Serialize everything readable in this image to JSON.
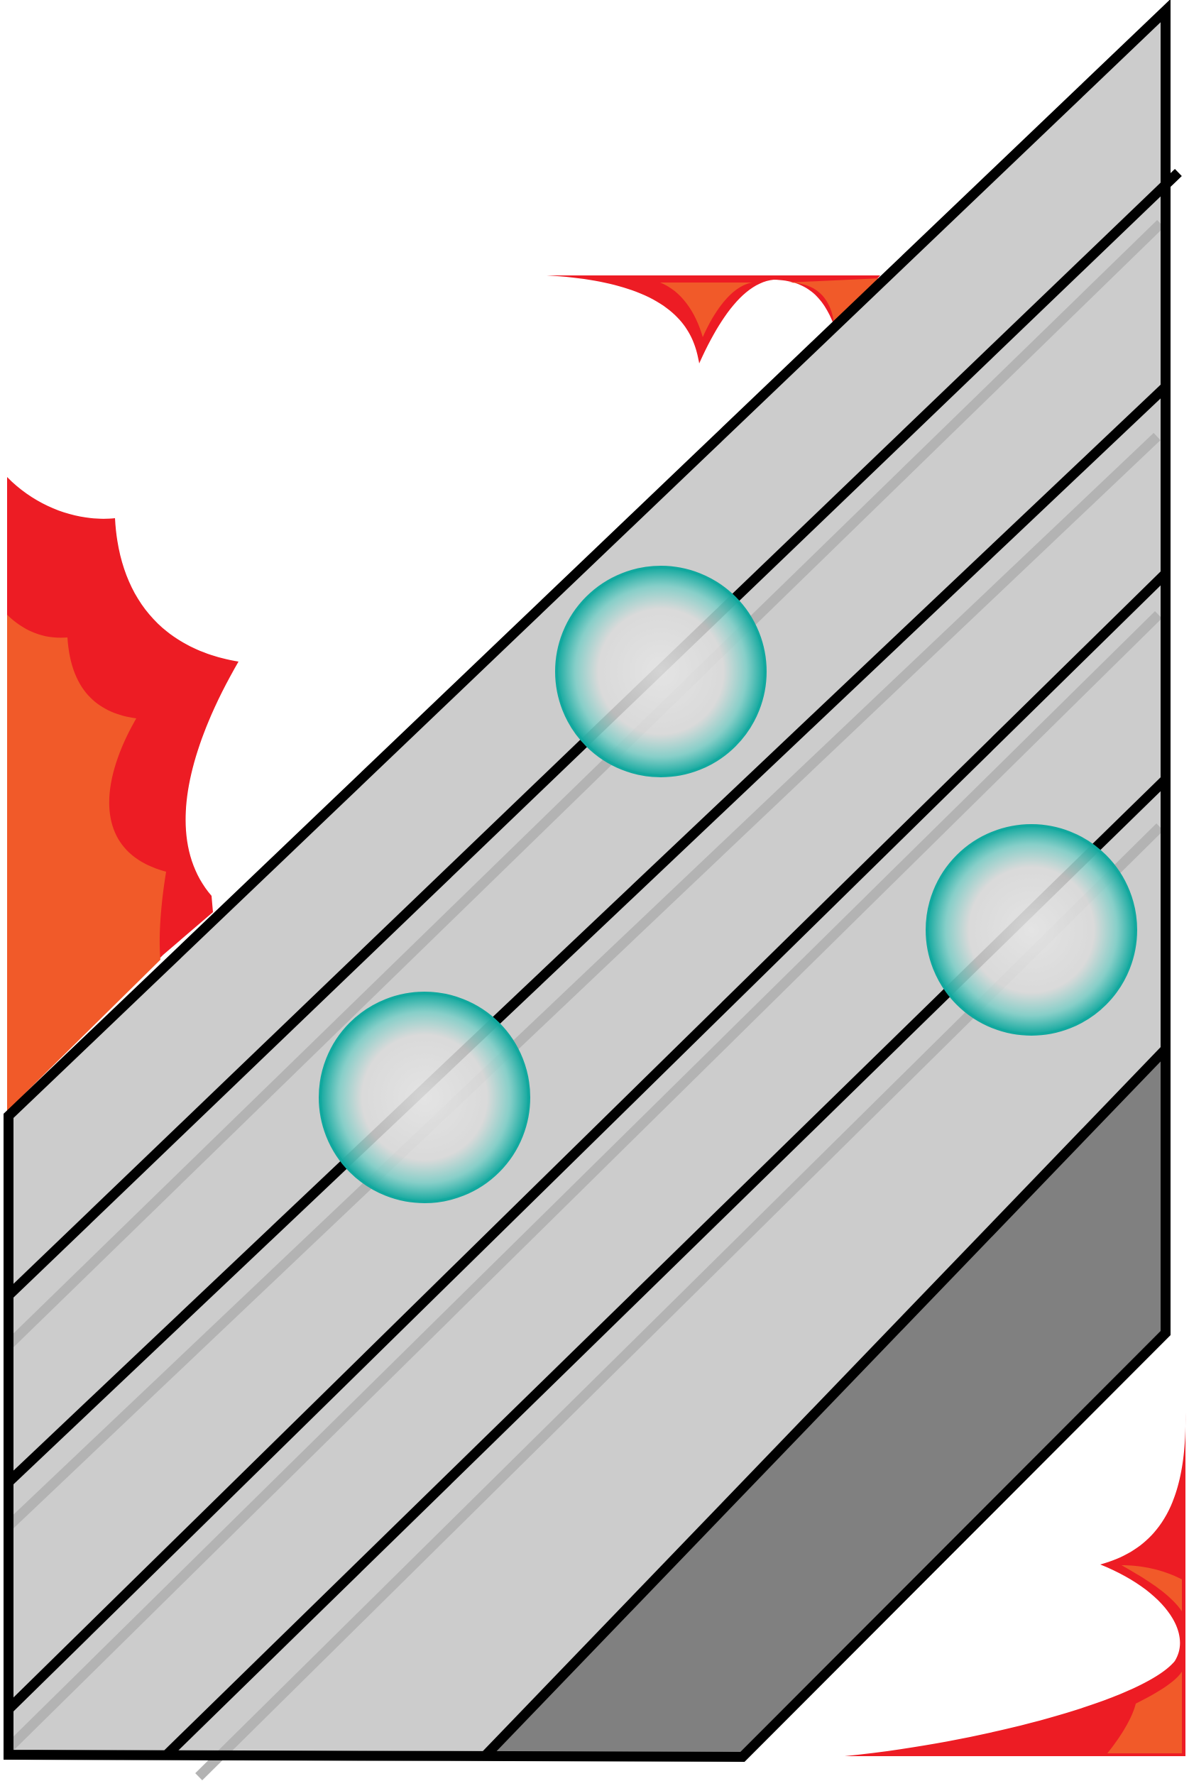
{
  "illustration": {
    "colors": {
      "background": "#ffffff",
      "flame_red": "#ed1c24",
      "flame_orange": "#f15a29",
      "panel_face": "#cccccc",
      "panel_shadow": "#808080",
      "groove_line": "#b3b3b3",
      "outline": "#000000",
      "bubble_rim": "#11a89e",
      "bubble_core": "#e6e6e6"
    },
    "parts": [
      "flame-left",
      "flame-top",
      "flame-bottom-right",
      "corrugated-panel",
      "bubble",
      "bubble",
      "bubble"
    ]
  }
}
